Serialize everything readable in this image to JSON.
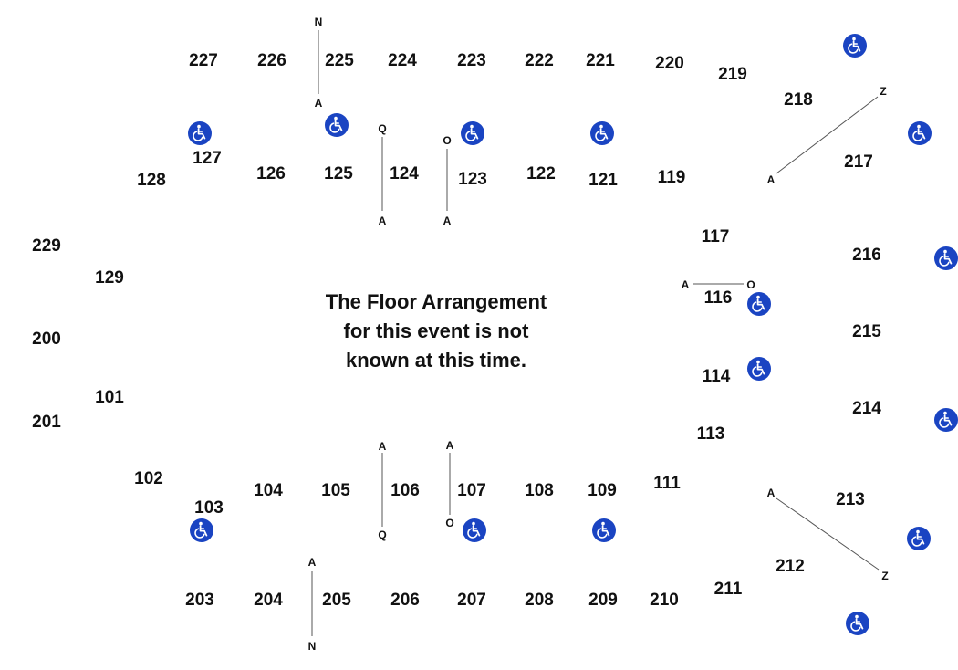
{
  "notice": {
    "line1": "The Floor Arrangement",
    "line2": "for this event is not",
    "line3": "known at this time."
  },
  "colors": {
    "accessible_icon": "#1a44c2",
    "text": "#111111",
    "line": "#555555"
  },
  "sections": {
    "s227": "227",
    "s226": "226",
    "s225": "225",
    "s224": "224",
    "s223": "223",
    "s222": "222",
    "s221": "221",
    "s220": "220",
    "s219": "219",
    "s218": "218",
    "s217": "217",
    "s216": "216",
    "s215": "215",
    "s214": "214",
    "s213": "213",
    "s212": "212",
    "s211": "211",
    "s210": "210",
    "s209": "209",
    "s208": "208",
    "s207": "207",
    "s206": "206",
    "s205": "205",
    "s204": "204",
    "s203": "203",
    "s201": "201",
    "s200": "200",
    "s229": "229",
    "s128": "128",
    "s127": "127",
    "s126": "126",
    "s125": "125",
    "s124": "124",
    "s123": "123",
    "s122": "122",
    "s121": "121",
    "s119": "119",
    "s117": "117",
    "s116": "116",
    "s114": "114",
    "s113": "113",
    "s111": "111",
    "s109": "109",
    "s108": "108",
    "s107": "107",
    "s106": "106",
    "s105": "105",
    "s104": "104",
    "s103": "103",
    "s102": "102",
    "s101": "101",
    "s129": "129"
  },
  "row_labels": {
    "n_top": "N",
    "a_225": "A",
    "q_124": "Q",
    "a_124": "A",
    "o_123": "O",
    "a_123": "A",
    "z_218": "Z",
    "a_217": "A",
    "a_116": "A",
    "o_116": "O",
    "a_106": "A",
    "q_106": "Q",
    "a_107": "A",
    "o_107": "O",
    "a_213": "A",
    "z_213": "Z",
    "a_205": "A",
    "n_bottom": "N"
  },
  "icons": {
    "accessible": "wheelchair-icon"
  }
}
